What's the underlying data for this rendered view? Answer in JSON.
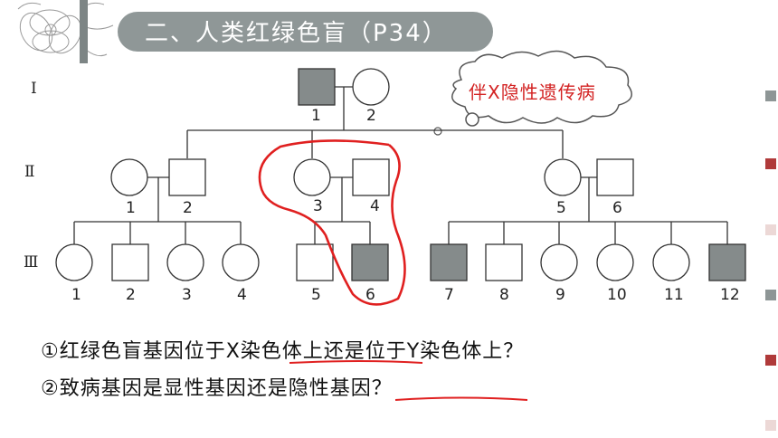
{
  "title": "二、人类红绿色盲（P34）",
  "cloud": "伴X隐性遗传病",
  "generations": [
    "Ⅰ",
    "Ⅱ",
    "Ⅲ"
  ],
  "gen1_numbers": [
    "1",
    "2"
  ],
  "gen2_numbers": [
    "1",
    "2",
    "3",
    "4",
    "5",
    "6"
  ],
  "gen3_numbers": [
    "1",
    "2",
    "3",
    "4",
    "5",
    "6",
    "7",
    "8",
    "9",
    "10",
    "11",
    "12"
  ],
  "question1": "①红绿色盲基因位于X染色体上还是位于Y染色体上？",
  "question2": "②致病基因是显性基因还是隐性基因？",
  "colors": {
    "affected": "#858b8b",
    "annotation": "#e02020",
    "title_bg": "#8f9797"
  }
}
